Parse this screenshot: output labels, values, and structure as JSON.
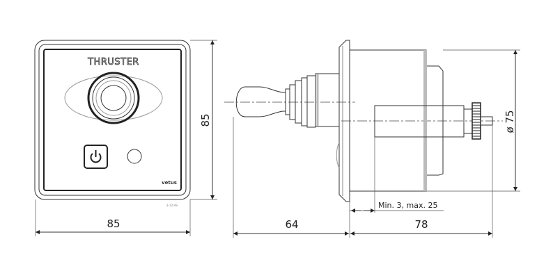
{
  "front_view": {
    "panel_label": "THRUSTER",
    "brand_logo": "vetus",
    "part_number": "3-12 HS",
    "power_button_icon": "power-icon"
  },
  "dimensions": {
    "front_width": "85",
    "front_height": "85",
    "joystick_length": "64",
    "body_depth": "78",
    "diameter": "ø 75",
    "panel_thickness": "Min. 3, max. 25"
  }
}
